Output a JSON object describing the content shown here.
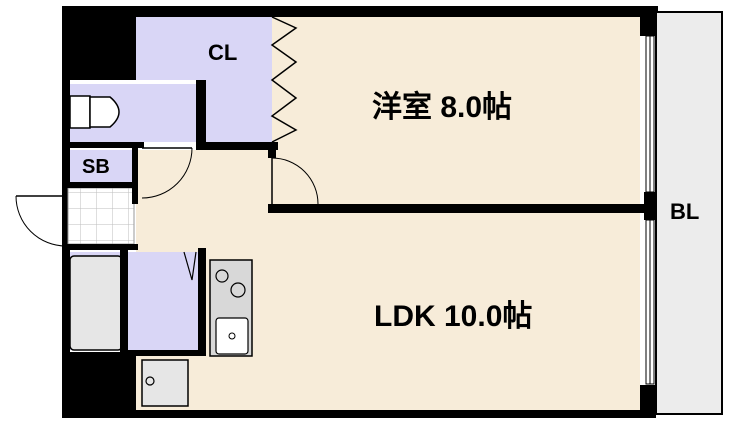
{
  "floor_plan": {
    "rooms": {
      "bedroom": "洋室 8.0帖",
      "ldk": "LDK 10.0帖",
      "closet": "CL",
      "shoe_box": "SB",
      "balcony": "BL"
    },
    "colors": {
      "wall": "#000000",
      "room_floor": "#f7ecd9",
      "wet_area": "#d9d6f6",
      "fixture_gray": "#d8d8d8",
      "balcony_floor": "#ececec",
      "background": "#ffffff"
    }
  }
}
